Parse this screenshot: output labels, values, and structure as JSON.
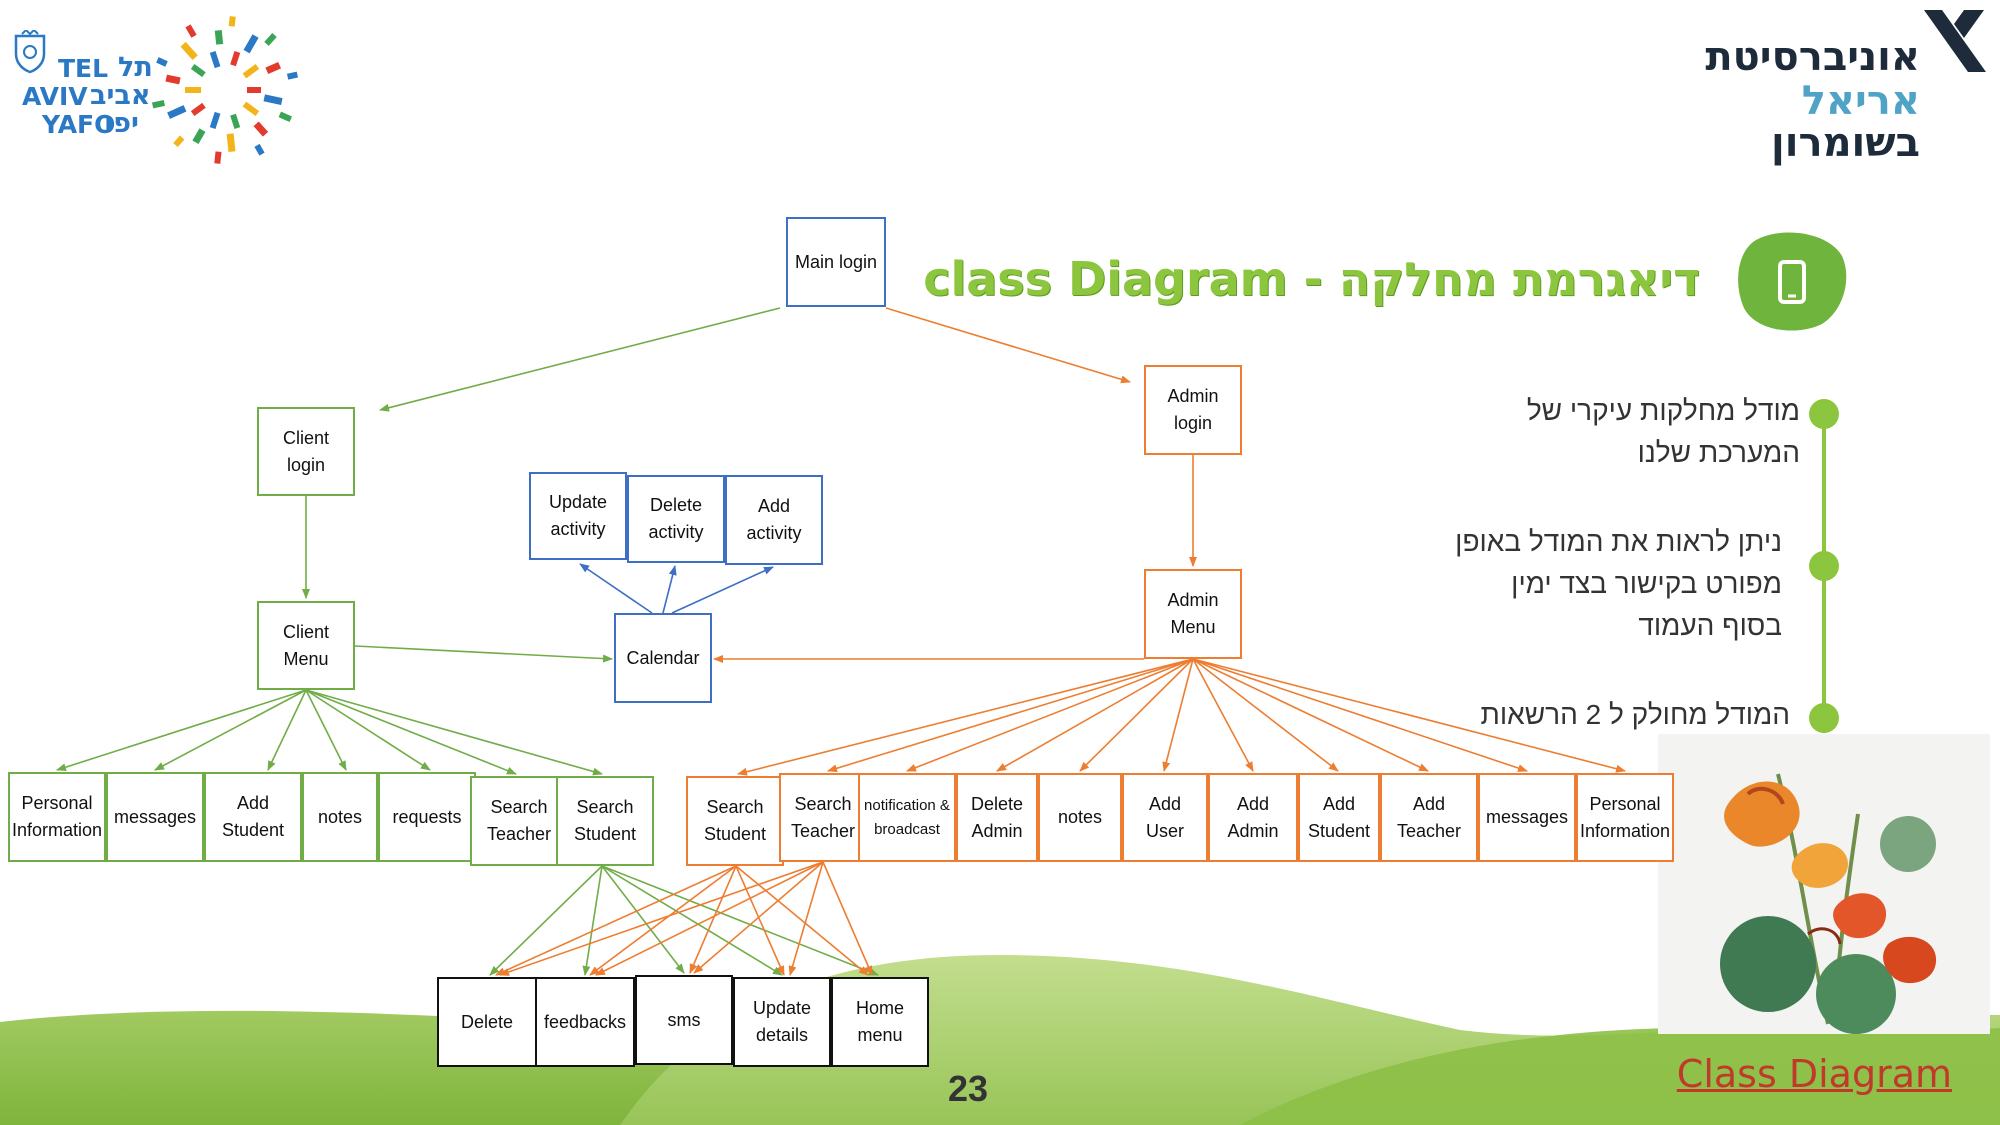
{
  "logo_tel_aviv": {
    "lines": [
      "TEL",
      "AVIV",
      "YAFO"
    ],
    "hebrew_lines": [
      "תל",
      "אביב",
      "יפו"
    ]
  },
  "logo_ariel": {
    "lines": [
      "אוניברסיטת",
      "אריאל",
      "בשומרון"
    ]
  },
  "title": "דיאגרמת מחלקה - class Diagram",
  "bullets": [
    {
      "lines": [
        "מודל מחלקות עיקרי של",
        "המערכת שלנו"
      ]
    },
    {
      "lines": [
        "ניתן לראות את המודל באופן",
        "מפורט בקישור בצד ימין",
        "בסוף העמוד"
      ]
    },
    {
      "lines": [
        "המודל מחולק ל 2 הרשאות"
      ]
    }
  ],
  "diagram": {
    "main_login": "Main login",
    "client_login": "Client login",
    "client_menu": "Client Menu",
    "admin_login": "Admin login",
    "admin_menu": "Admin Menu",
    "calendar": "Calendar",
    "update_activity": "Update activity",
    "delete_activity": "Delete activity",
    "add_activity": "Add activity",
    "client_children": [
      "Personal Information",
      "messages",
      "Add Student",
      "notes",
      "requests",
      "Search Teacher",
      "Search Student"
    ],
    "admin_children": [
      "Search Student",
      "Search Teacher",
      "notification & broadcast",
      "Delete Admin",
      "notes",
      "Add User",
      "Add Admin",
      "Add Student",
      "Add Teacher",
      "messages",
      "Personal Information"
    ],
    "bottom_children": [
      "Delete",
      "feedbacks",
      "sms",
      "Update details",
      "Home menu"
    ],
    "colors": {
      "blue": "#3d6fc4",
      "green": "#70ad47",
      "orange": "#ed7d31",
      "black": "#111111"
    }
  },
  "page_number": "23",
  "link_text": "Class Diagram",
  "accent_color": "#8cc63f"
}
